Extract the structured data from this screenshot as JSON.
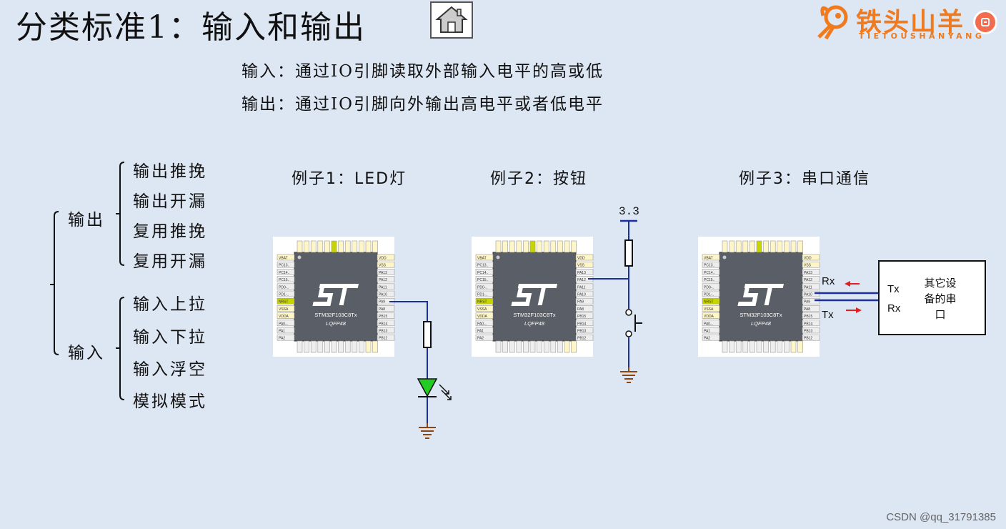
{
  "header": {
    "title": "分类标准1：输入和输出",
    "home_icon": "home-icon"
  },
  "logo": {
    "text": "铁头山羊",
    "subtitle": "TIETOUSHANYANG"
  },
  "definitions": {
    "input": "输入：通过IO引脚读取外部输入电平的高或低",
    "output": "输出：通过IO引脚向外输出高电平或者低电平"
  },
  "tree": {
    "output": {
      "label": "输出",
      "children": [
        "输出推挽",
        "输出开漏",
        "复用推挽",
        "复用开漏"
      ]
    },
    "input": {
      "label": "输入",
      "children": [
        "输入上拉",
        "输入下拉",
        "输入浮空",
        "模拟模式"
      ]
    }
  },
  "examples": {
    "ex1_title": "例子1：LED灯",
    "ex2_title": "例子2：按钮",
    "ex3_title": "例子3：串口通信",
    "voltage_label": "3.3",
    "rx_label": "Rx",
    "tx_label": "Tx",
    "device_tx": "Tx",
    "device_rx": "Rx",
    "device_name_lines": [
      "其它设",
      "备的串",
      "口"
    ]
  },
  "chip": {
    "part_number": "STM32F103C8Tx",
    "package": "LQFP48",
    "left_pins": [
      "VBAT",
      "PC13..",
      "PC14..",
      "PC15..",
      "PD0-..",
      "PD1-..",
      "NRST",
      "VSSA",
      "VDDA",
      "PA0-..",
      "PA1",
      "PA2"
    ],
    "right_pins": [
      "VDD",
      "VSS",
      "PA13",
      "PA12",
      "PA11",
      "PA10",
      "PA9",
      "PA8",
      "PB15",
      "PB14",
      "PB13",
      "PB12"
    ]
  },
  "colors": {
    "background": "#dde6f3",
    "wire": "#1c2f9e",
    "led": "#22cc22",
    "ground": "#8b4513",
    "arrow": "#e02020",
    "logo": "#f07a1e"
  },
  "watermark": "CSDN @qq_31791385"
}
